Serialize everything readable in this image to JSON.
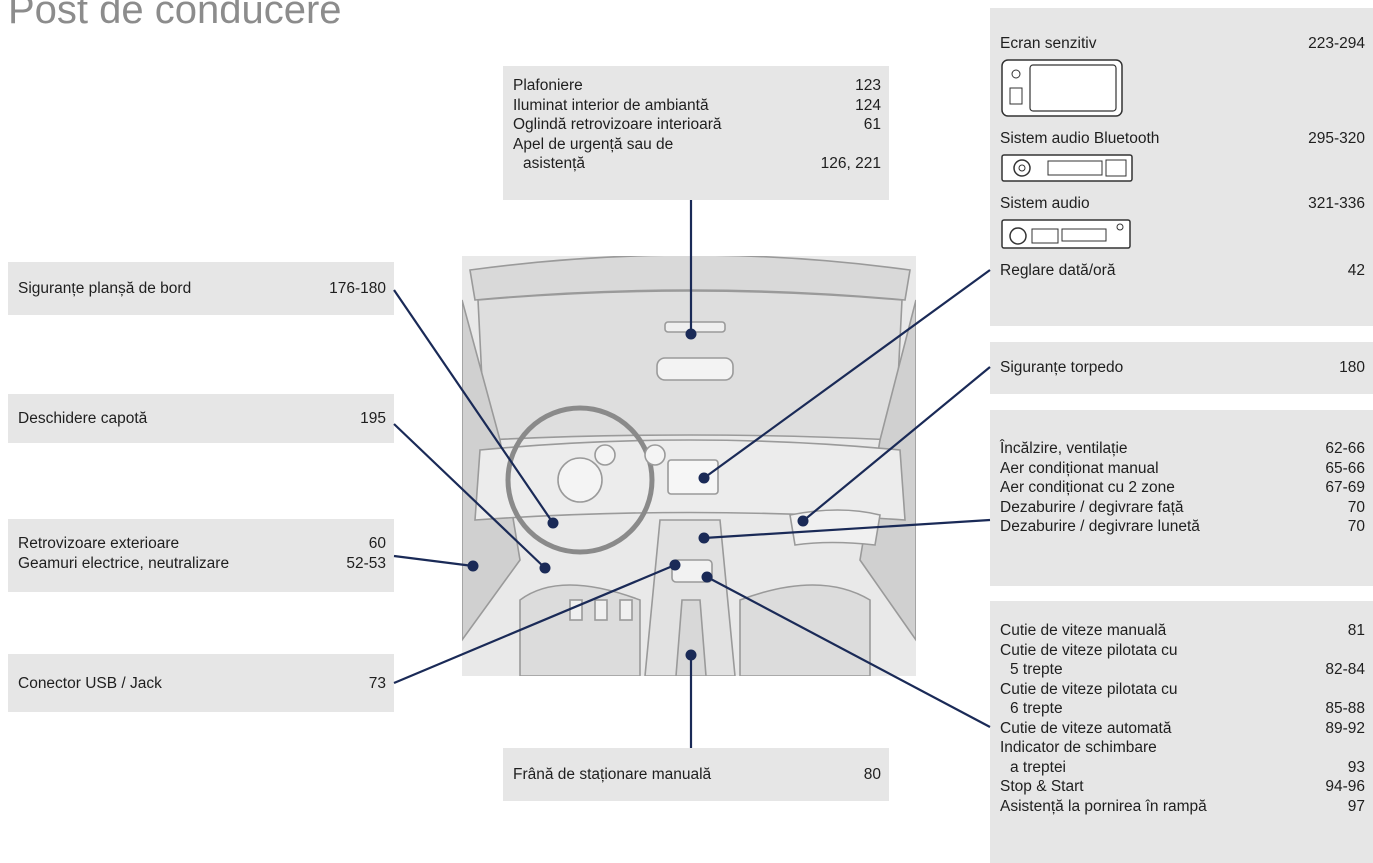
{
  "title": "Post de conducere",
  "top_center": {
    "items": [
      {
        "label": "Plafoniere",
        "page": "123"
      },
      {
        "label": "Iluminat interior de ambiantă",
        "page": "124"
      },
      {
        "label": "Oglindă retrovizoare interioară",
        "page": "61"
      },
      {
        "label": "Apel de urgență sau de",
        "label2": "asistență",
        "page": "126, 221"
      }
    ]
  },
  "right_top": {
    "items": [
      {
        "label": "Ecran senzitiv",
        "page": "223-294",
        "icon": "touchscreen-icon"
      },
      {
        "label": "Sistem audio Bluetooth",
        "page": "295-320",
        "icon": "bluetooth-radio-icon"
      },
      {
        "label": "Sistem audio",
        "page": "321-336",
        "icon": "radio-icon"
      },
      {
        "label": "Reglare dată/oră",
        "page": "42"
      }
    ]
  },
  "right_fuses": {
    "label": "Siguranțe torpedo",
    "page": "180"
  },
  "right_climate": {
    "items": [
      {
        "label": "Încălzire, ventilație",
        "page": "62-66"
      },
      {
        "label": "Aer condiționat manual",
        "page": "65-66"
      },
      {
        "label": "Aer condiționat cu 2 zone",
        "page": "67-69"
      },
      {
        "label": "Dezaburire / degivrare față",
        "page": "70"
      },
      {
        "label": "Dezaburire / degivrare lunetă",
        "page": "70"
      }
    ]
  },
  "right_gear": {
    "items": [
      {
        "label": "Cutie de viteze manuală",
        "page": "81"
      },
      {
        "label": "Cutie de viteze pilotata cu",
        "label2": "5 trepte",
        "page": "82-84"
      },
      {
        "label": "Cutie de viteze pilotata cu",
        "label2": "6 trepte",
        "page": "85-88"
      },
      {
        "label": "Cutie de viteze automată",
        "page": "89-92"
      },
      {
        "label": "Indicator de schimbare",
        "label2": "a treptei",
        "page": "93"
      },
      {
        "label": "Stop & Start",
        "page": "94-96"
      },
      {
        "label": "Asistență la pornirea în rampă",
        "page": "97"
      }
    ]
  },
  "left": {
    "fuses": {
      "label": "Siguranțe planșă de bord",
      "page": "176-180"
    },
    "bonnet": {
      "label": "Deschidere capotă",
      "page": "195"
    },
    "mirrors": [
      {
        "label": "Retrovizoare exterioare",
        "page": "60"
      },
      {
        "label": "Geamuri electrice, neutralizare",
        "page": "52-53"
      }
    ],
    "usb": {
      "label": "Conector USB / Jack",
      "page": "73"
    }
  },
  "bottom_center": {
    "label": "Frână de staționare manuală",
    "page": "80"
  },
  "colors": {
    "box": "#e6e6e6",
    "line": "#1a2a57",
    "title": "#8c8c8c"
  }
}
